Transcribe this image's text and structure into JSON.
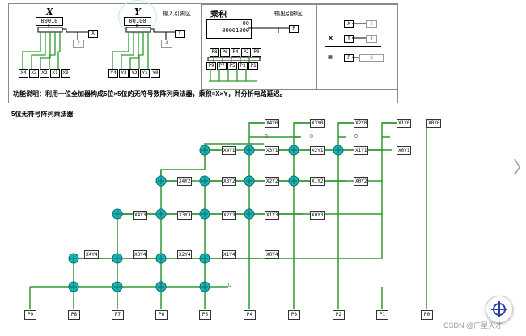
{
  "top": {
    "input_x_title": "X",
    "input_y_title": "Y",
    "input_area_label": "输入引脚区",
    "product_title": "乘积",
    "output_area_label": "输出引脚区",
    "x_register": "00010",
    "y_register": "00100",
    "x_pin": "X",
    "y_pin": "Y",
    "x_value": "2",
    "y_value": "4",
    "x_bits": [
      "X4",
      "X3",
      "X2",
      "X1",
      "X0"
    ],
    "y_bits": [
      "Y4",
      "Y3",
      "Y2",
      "Y1",
      "Y0"
    ],
    "product_hex": "00",
    "product_bin": "00001000",
    "p_pin": "P",
    "p_bits_top": [
      "P8",
      "P6",
      "P4",
      "P2",
      "P0"
    ],
    "p_bits_bottom": [
      "P9",
      "P7",
      "P5",
      "P3",
      "P1"
    ],
    "eq_x_pin": "X",
    "eq_x_value": "2",
    "eq_times": "×",
    "eq_y_pin": "Y",
    "eq_y_value": "4",
    "eq_equals": "=",
    "eq_p_pin": "P",
    "eq_p_value": "8",
    "function_desc": "功能说明：利用一位全加器构成5位×5位的无符号数阵列乘法器，乘积=X×Y，并分析电路延迟。"
  },
  "section_title": "5位无符号阵列乘法器",
  "array": {
    "row0": [
      "X4Y0",
      "X3Y0",
      "X2Y0",
      "X1Y0",
      "X0Y0"
    ],
    "row1": [
      "X4Y1",
      "X3Y1",
      "X2Y1",
      "X1Y1",
      "X0Y1"
    ],
    "row2": [
      "X4Y2",
      "X3Y2",
      "X2Y2",
      "X1Y2",
      "X0Y2"
    ],
    "row3": [
      "X4Y3",
      "X3Y3",
      "X2Y3",
      "X1Y3",
      "X0Y3"
    ],
    "row4": [
      "X4Y4",
      "X3Y4",
      "X2Y4",
      "X1Y4",
      "X0Y4"
    ],
    "zero": "0",
    "outputs": [
      "P9",
      "P8",
      "P7",
      "P6",
      "P5",
      "P4",
      "P3",
      "P2",
      "P1",
      "P0"
    ]
  },
  "overlay": {
    "watermark": "CSDN @广星天才",
    "next_arrow": "〉",
    "target_icon": "crosshair-icon"
  },
  "colors": {
    "wire": "#2e9a2e",
    "adder": "#19b3b3",
    "panel_border": "#8a8a8a"
  }
}
